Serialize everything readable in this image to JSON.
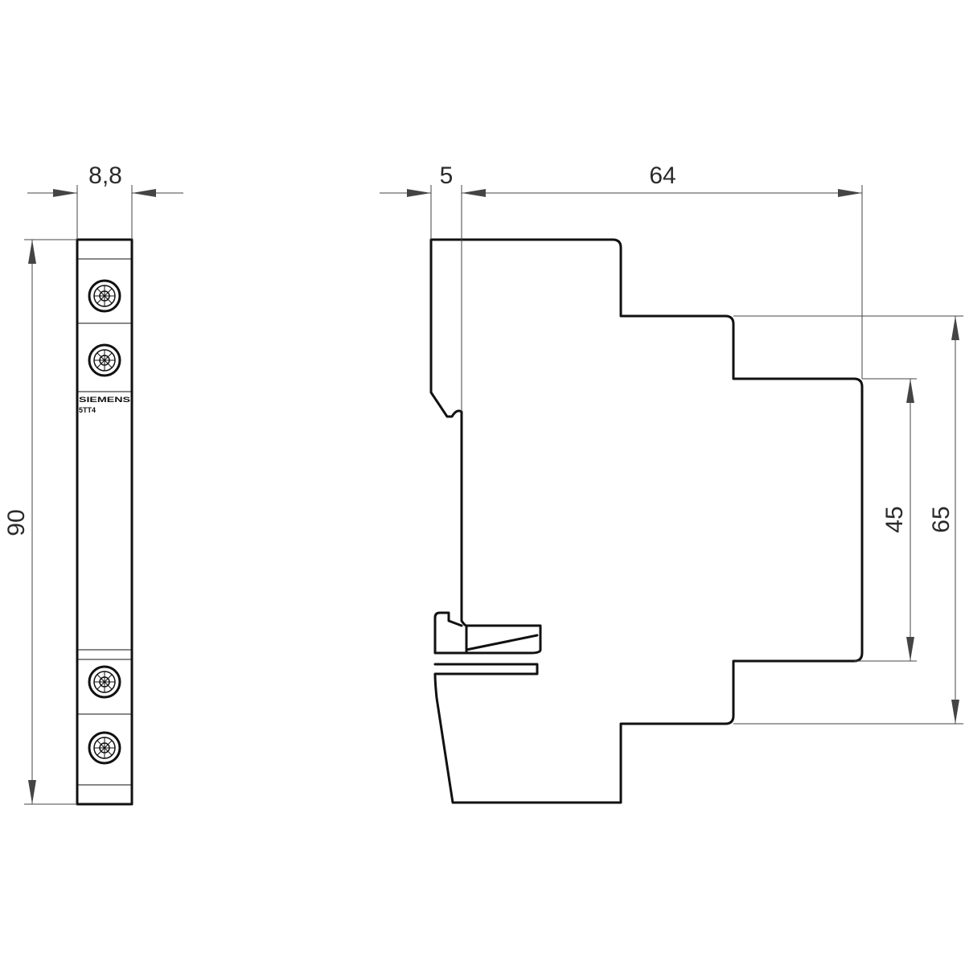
{
  "front_view": {
    "width_dim": "8,8",
    "height_dim": "90",
    "brand_label": "SIEMENS",
    "model_label": "5TT4"
  },
  "side_view": {
    "offset_dim": "5",
    "depth_dim": "64",
    "inner_height_dim": "45",
    "outer_height_dim": "65"
  },
  "colors": {
    "line": "#111111",
    "dimension": "#444444",
    "background": "#ffffff"
  }
}
